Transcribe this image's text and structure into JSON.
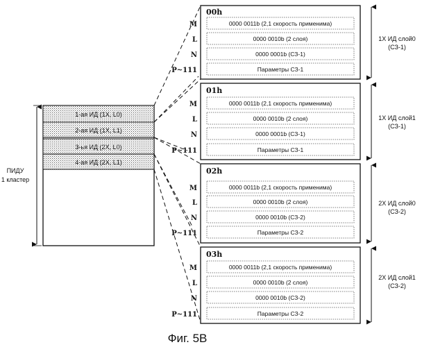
{
  "figure": {
    "caption": "Фиг. 5В"
  },
  "cluster": {
    "label_line1": "ПИДУ",
    "label_line2": "1 кластер",
    "entries": [
      {
        "text": "1-ая ИД (1X, L0)"
      },
      {
        "text": "2-ая ИД (1X, L1)"
      },
      {
        "text": "3-ья ИД (2X, L0)"
      },
      {
        "text": "4-ая ИД (2X, L1)"
      }
    ]
  },
  "blocks": [
    {
      "id": "00h",
      "rows": [
        {
          "marker": "M",
          "text": "0000 0011b (2,1 скорость применима)"
        },
        {
          "marker": "L",
          "text": "0000 0010b (2 слоя)"
        },
        {
          "marker": "N",
          "text": "0000 0001b (СЗ-1)"
        },
        {
          "marker": "P~111",
          "text": "Параметры СЗ-1"
        }
      ],
      "annotation_line1": "1X ИД слой0",
      "annotation_line2": "(СЗ-1)"
    },
    {
      "id": "01h",
      "rows": [
        {
          "marker": "M",
          "text": "0000 0011b (2,1 скорость применима)"
        },
        {
          "marker": "L",
          "text": "0000 0010b (2 слоя)"
        },
        {
          "marker": "N",
          "text": "0000 0001b (СЗ-1)"
        },
        {
          "marker": "P~111",
          "text": "Параметры СЗ-1"
        }
      ],
      "annotation_line1": "1X ИД слой1",
      "annotation_line2": "(СЗ-1)"
    },
    {
      "id": "02h",
      "rows": [
        {
          "marker": "M",
          "text": "0000 0011b (2,1 скорость применима)"
        },
        {
          "marker": "L",
          "text": "0000 0010b (2 слоя)"
        },
        {
          "marker": "N",
          "text": "0000 0010b (СЗ-2)"
        },
        {
          "marker": "P~111",
          "text": "Параметры СЗ-2"
        }
      ],
      "annotation_line1": "2X ИД слой0",
      "annotation_line2": "(СЗ-2)"
    },
    {
      "id": "03h",
      "rows": [
        {
          "marker": "M",
          "text": "0000 0011b (2,1 скорость применима)"
        },
        {
          "marker": "L",
          "text": "0000 0010b (2 слоя)"
        },
        {
          "marker": "N",
          "text": "0000 0010b (СЗ-2)"
        },
        {
          "marker": "P~111",
          "text": "Параметры СЗ-2"
        }
      ],
      "annotation_line1": "2X ИД слой1",
      "annotation_line2": "(СЗ-2)"
    }
  ]
}
